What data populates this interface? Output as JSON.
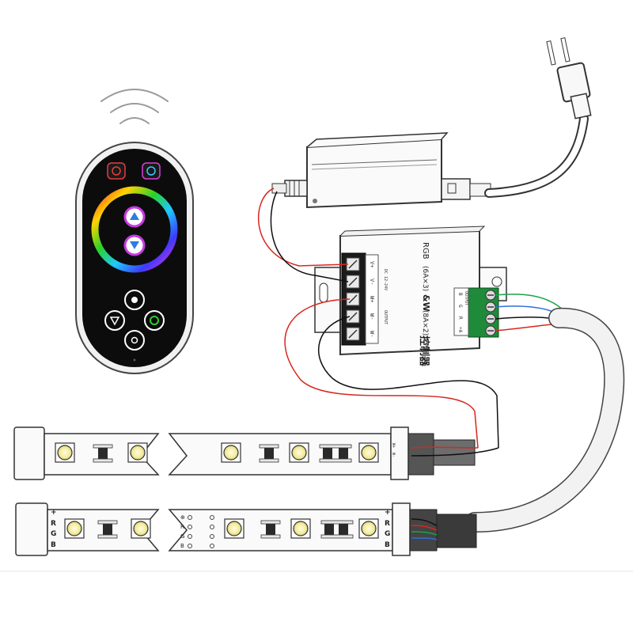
{
  "controller": {
    "label_rgb": "RGB",
    "label_rgb_rating": "(6A×3)",
    "label_w": "&W",
    "label_w_rating": "(8A×2)",
    "label_cn": "控制器",
    "terminals": [
      "V+",
      "V-",
      "W+",
      "W-",
      "W-"
    ],
    "input_label": "DC 12-24V",
    "output_label": "OUTPUT",
    "out_terminals": [
      "B",
      "G",
      "R",
      "+A"
    ],
    "out_header": "OUTPUT"
  },
  "strip_top": {
    "labels": [
      "W+",
      "W-"
    ]
  },
  "strip_bottom": {
    "left_labels": [
      "+",
      "R",
      "G",
      "B"
    ],
    "mid_labels": [
      "⊕",
      "R",
      "G",
      "B"
    ],
    "right_labels": [
      "+",
      "R",
      "G",
      "B"
    ]
  },
  "colors": {
    "wire_red": "#d8261e",
    "wire_black": "#111111",
    "wire_green": "#1aa34a",
    "wire_blue": "#2e6fd6",
    "terminal_green": "#1f8a3a"
  }
}
